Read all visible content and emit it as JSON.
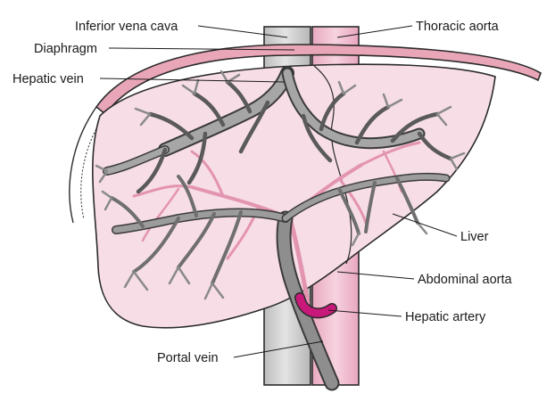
{
  "labels": {
    "inferior_vena_cava": "Inferior vena cava",
    "thoracic_aorta": "Thoracic aorta",
    "diaphragm": "Diaphragm",
    "hepatic_vein": "Hepatic vein",
    "liver": "Liver",
    "abdominal_aorta": "Abdominal aorta",
    "hepatic_artery": "Hepatic artery",
    "portal_vein": "Portal vein"
  },
  "colors": {
    "liver_fill": "#f7dde6",
    "vein_gray": "#9c9c9c",
    "vein_dark": "#3a3a3a",
    "aorta_pink": "#f2bdd0",
    "artery_magenta": "#c8197a",
    "diaphragm_pink": "#e9a6b8",
    "vena_cava_gray": "#cfcfcf"
  }
}
